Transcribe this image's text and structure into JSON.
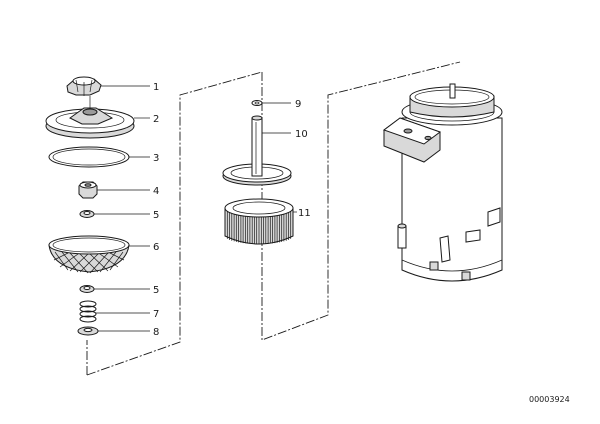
{
  "diagram": {
    "labels": [
      {
        "key": "1",
        "text": "1"
      },
      {
        "key": "2",
        "text": "2"
      },
      {
        "key": "3",
        "text": "3"
      },
      {
        "key": "4",
        "text": "4"
      },
      {
        "key": "5a",
        "text": "5"
      },
      {
        "key": "6",
        "text": "6"
      },
      {
        "key": "5b",
        "text": "5"
      },
      {
        "key": "7",
        "text": "7"
      },
      {
        "key": "8",
        "text": "8"
      },
      {
        "key": "9",
        "text": "9"
      },
      {
        "key": "10",
        "text": "10"
      },
      {
        "key": "11",
        "text": "11"
      }
    ],
    "drawing_number": "00003924"
  }
}
